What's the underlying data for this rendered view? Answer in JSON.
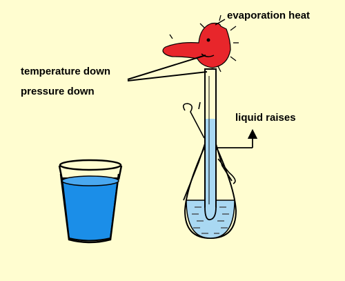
{
  "labels": {
    "evaporation": "evaporation heat",
    "temperature": "temperature down",
    "pressure": "pressure down",
    "liquid": "liquid raises"
  },
  "colors": {
    "background": "#fffdd0",
    "bird_head": "#e8262b",
    "water_dark": "#1b8ee8",
    "water_light": "#a9d8f2",
    "outline": "#000000"
  },
  "icons": {
    "cup": "water-glass-icon",
    "bird": "drinking-bird-icon"
  }
}
